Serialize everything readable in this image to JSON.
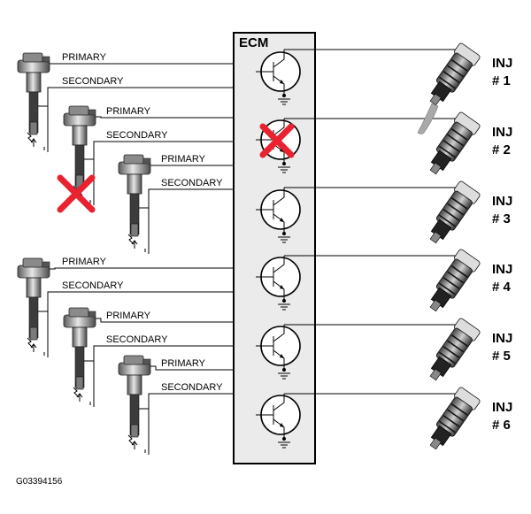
{
  "ecm": {
    "label": "ECM"
  },
  "coil_wire_labels": {
    "primary": "PRIMARY",
    "secondary": "SECONDARY"
  },
  "injector_labels": [
    {
      "line1": "INJ",
      "line2": "# 1"
    },
    {
      "line1": "INJ",
      "line2": "# 2"
    },
    {
      "line1": "INJ",
      "line2": "# 3"
    },
    {
      "line1": "INJ",
      "line2": "# 4"
    },
    {
      "line1": "INJ",
      "line2": "# 5"
    },
    {
      "line1": "INJ",
      "line2": "# 6"
    }
  ],
  "figure_id": "G03394156",
  "colors": {
    "fault_mark": "#e8222e",
    "ecm_box": "#ebebeb",
    "coil": "#9a9a9a",
    "injector": "#6b6b6b"
  }
}
